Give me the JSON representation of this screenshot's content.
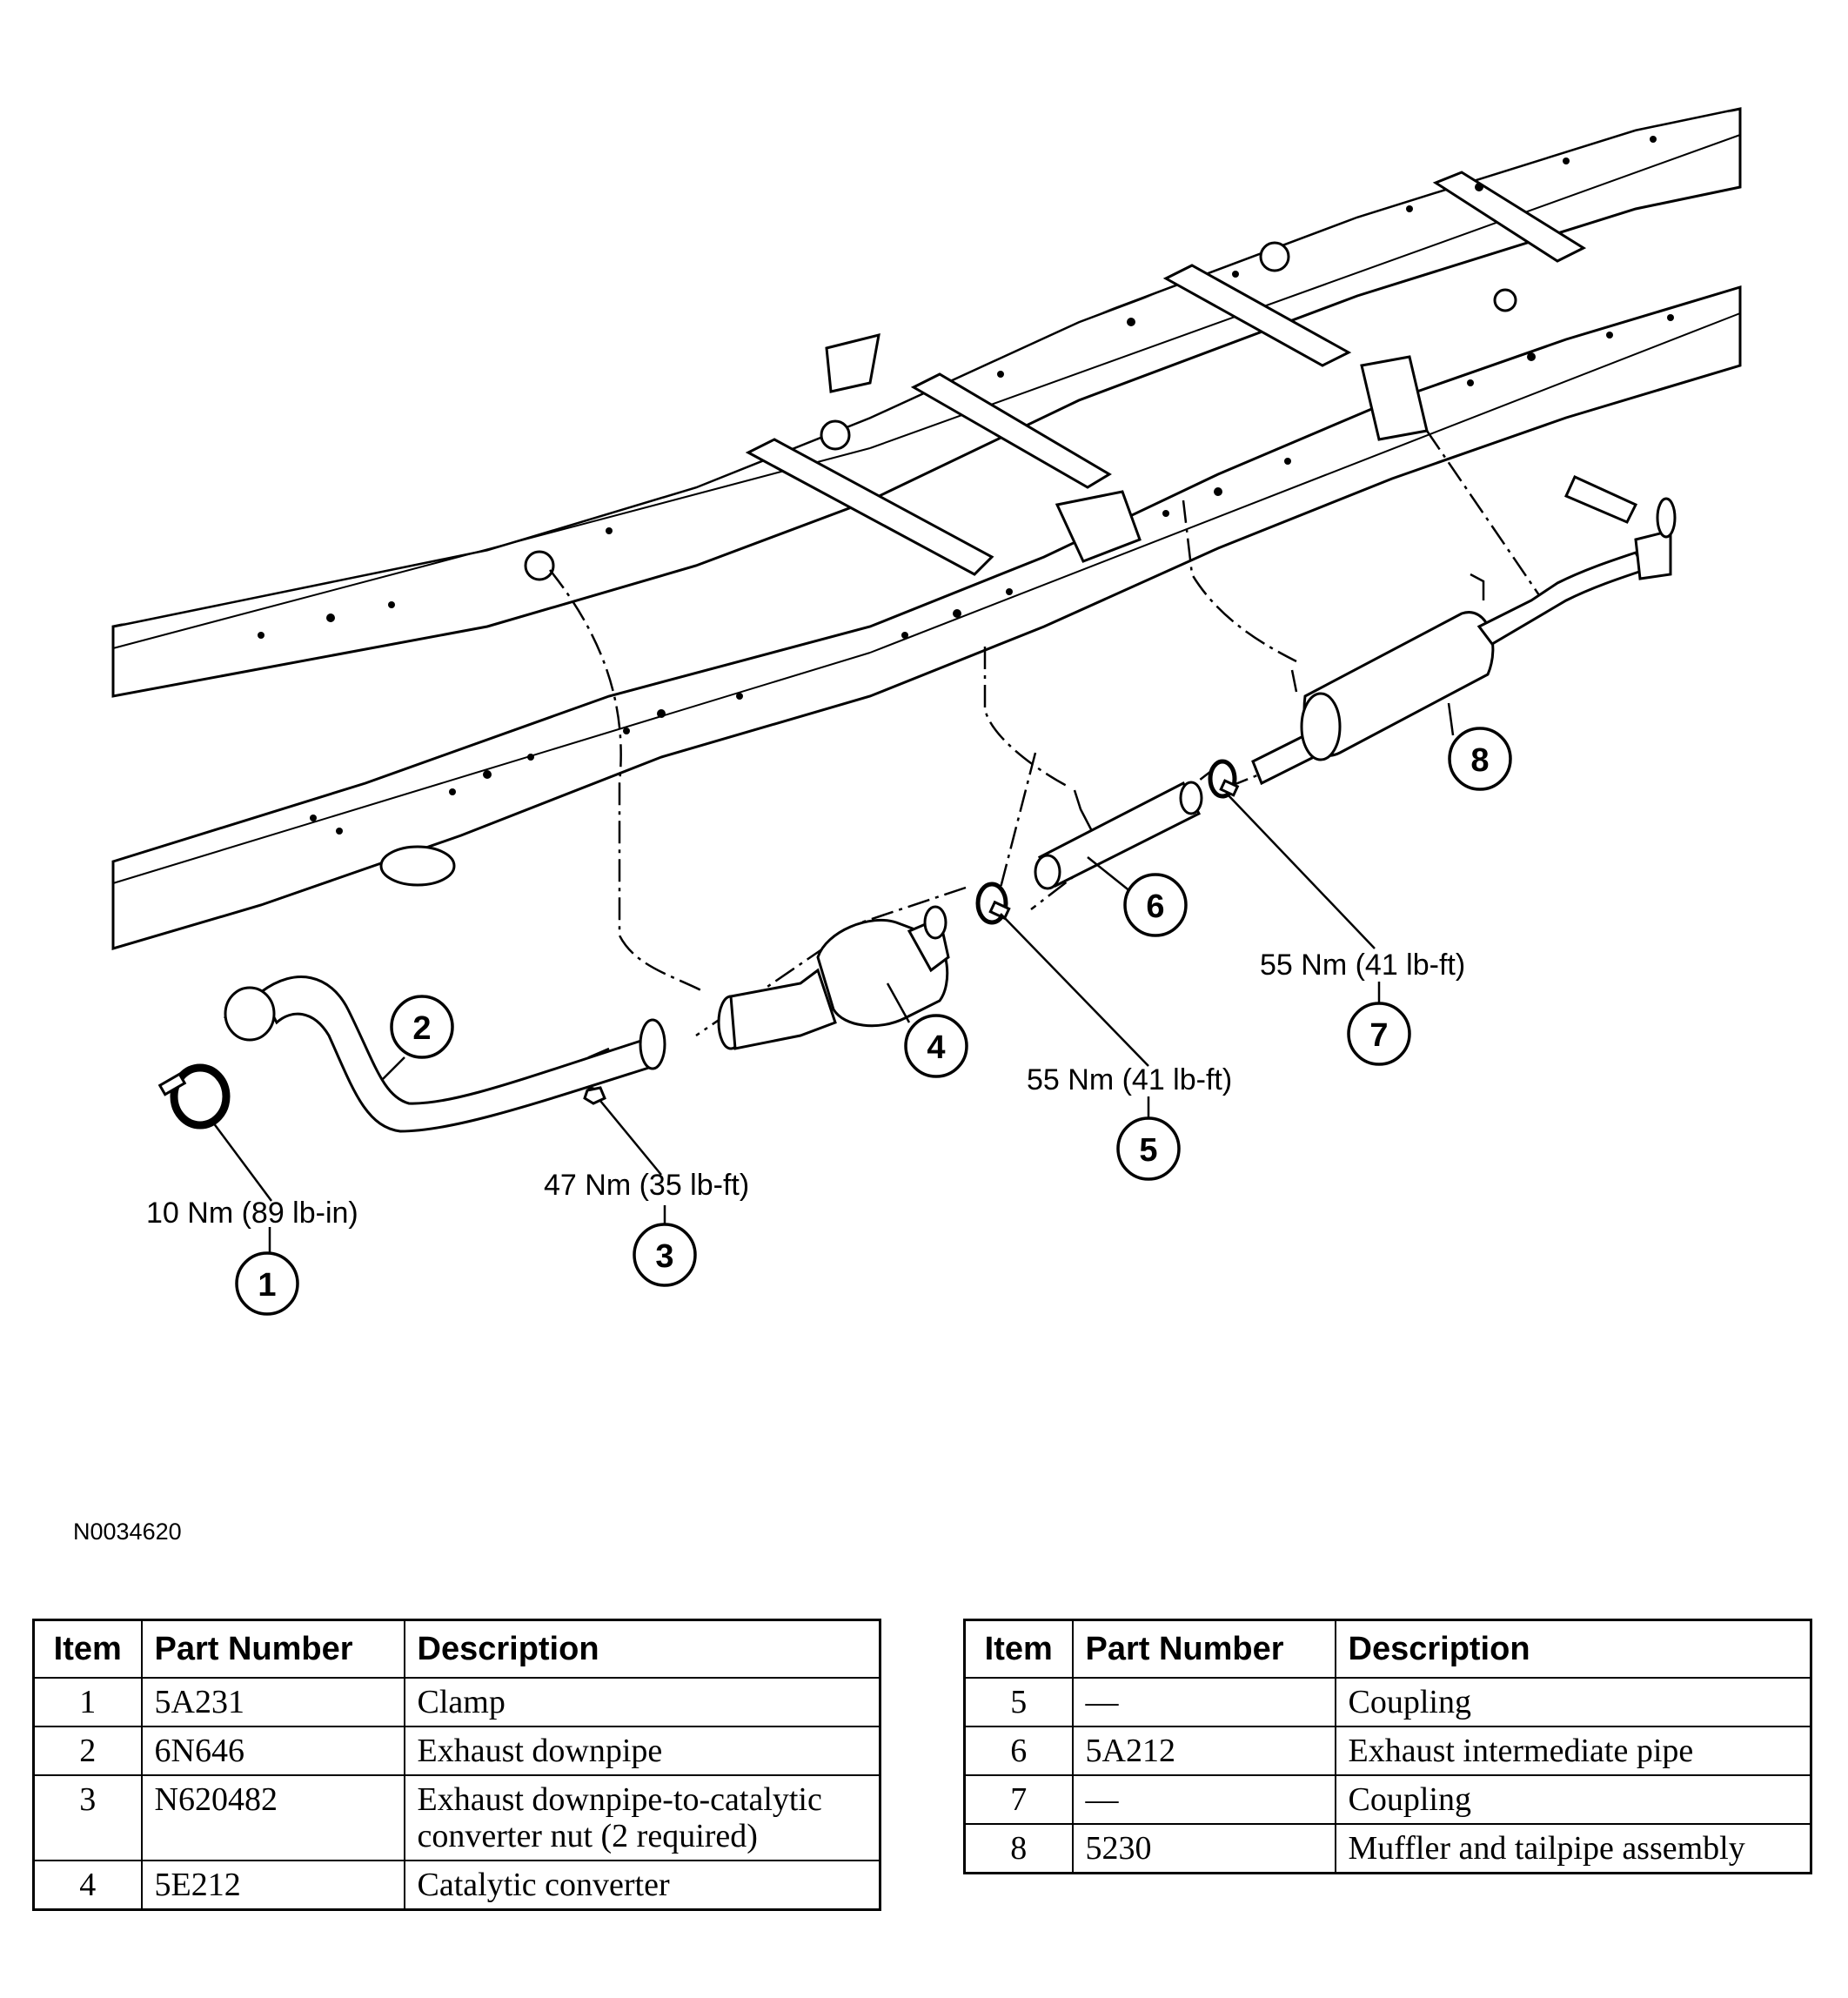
{
  "callouts": [
    {
      "number": "1",
      "torque": "10 Nm (89 lb-in)"
    },
    {
      "number": "2",
      "torque": ""
    },
    {
      "number": "3",
      "torque": "47 Nm (35 lb-ft)"
    },
    {
      "number": "4",
      "torque": ""
    },
    {
      "number": "5",
      "torque": "55 Nm (41 lb-ft)"
    },
    {
      "number": "6",
      "torque": ""
    },
    {
      "number": "7",
      "torque": "55 Nm (41 lb-ft)"
    },
    {
      "number": "8",
      "torque": ""
    }
  ],
  "figure_id": "N0034620",
  "table_left": {
    "headers": [
      "Item",
      "Part Number",
      "Description"
    ],
    "rows": [
      {
        "item": "1",
        "part_number": "5A231",
        "description": "Clamp"
      },
      {
        "item": "2",
        "part_number": "6N646",
        "description": "Exhaust downpipe"
      },
      {
        "item": "3",
        "part_number": "N620482",
        "description": "Exhaust downpipe-to-catalytic converter nut (2 required)"
      },
      {
        "item": "4",
        "part_number": "5E212",
        "description": "Catalytic converter"
      }
    ]
  },
  "table_right": {
    "headers": [
      "Item",
      "Part Number",
      "Description"
    ],
    "rows": [
      {
        "item": "5",
        "part_number": "—",
        "description": "Coupling"
      },
      {
        "item": "6",
        "part_number": "5A212",
        "description": "Exhaust intermediate pipe"
      },
      {
        "item": "7",
        "part_number": "—",
        "description": "Coupling"
      },
      {
        "item": "8",
        "part_number": "5230",
        "description": "Muffler and tailpipe assembly"
      }
    ]
  }
}
